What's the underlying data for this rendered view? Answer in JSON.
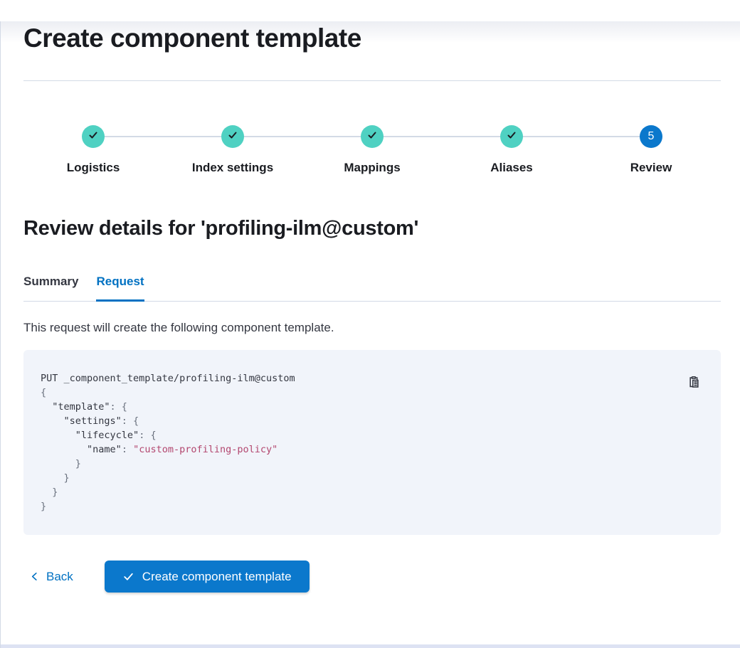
{
  "page": {
    "title": "Create component template"
  },
  "stepper": {
    "steps": [
      {
        "label": "Logistics",
        "status": "complete"
      },
      {
        "label": "Index settings",
        "status": "complete"
      },
      {
        "label": "Mappings",
        "status": "complete"
      },
      {
        "label": "Aliases",
        "status": "complete"
      },
      {
        "label": "Review",
        "status": "current",
        "number": "5"
      }
    ]
  },
  "review": {
    "heading": "Review details for 'profiling-ilm@custom'",
    "tabs": [
      {
        "label": "Summary",
        "active": false
      },
      {
        "label": "Request",
        "active": true
      }
    ],
    "description": "This request will create the following component template."
  },
  "code_block": {
    "copy_icon": "copy-clipboard-icon",
    "lines": [
      {
        "segments": [
          {
            "text": "PUT _component_template/profiling-ilm@custom",
            "type": "plain"
          }
        ]
      },
      {
        "segments": [
          {
            "text": "{",
            "type": "punct"
          }
        ]
      },
      {
        "segments": [
          {
            "text": "  ",
            "type": "punct"
          },
          {
            "text": "\"template\"",
            "type": "key"
          },
          {
            "text": ": {",
            "type": "punct"
          }
        ]
      },
      {
        "segments": [
          {
            "text": "    ",
            "type": "punct"
          },
          {
            "text": "\"settings\"",
            "type": "key"
          },
          {
            "text": ": {",
            "type": "punct"
          }
        ]
      },
      {
        "segments": [
          {
            "text": "      ",
            "type": "punct"
          },
          {
            "text": "\"lifecycle\"",
            "type": "key"
          },
          {
            "text": ": {",
            "type": "punct"
          }
        ]
      },
      {
        "segments": [
          {
            "text": "        ",
            "type": "punct"
          },
          {
            "text": "\"name\"",
            "type": "key"
          },
          {
            "text": ": ",
            "type": "punct"
          },
          {
            "text": "\"custom-profiling-policy\"",
            "type": "string"
          }
        ]
      },
      {
        "segments": [
          {
            "text": "      }",
            "type": "punct"
          }
        ]
      },
      {
        "segments": [
          {
            "text": "    }",
            "type": "punct"
          }
        ]
      },
      {
        "segments": [
          {
            "text": "  }",
            "type": "punct"
          }
        ]
      },
      {
        "segments": [
          {
            "text": "}",
            "type": "punct"
          }
        ]
      }
    ]
  },
  "footer": {
    "back_label": "Back",
    "submit_label": "Create component template"
  },
  "colors": {
    "primary_blue": "#0b78cc",
    "link_blue": "#0071c2",
    "success_teal": "#4fd1c2",
    "divider_gray": "#d3dae6",
    "code_background": "#f1f4fa",
    "code_string": "#b3476f",
    "heading_text": "#1a1c21",
    "body_text": "#343741"
  }
}
